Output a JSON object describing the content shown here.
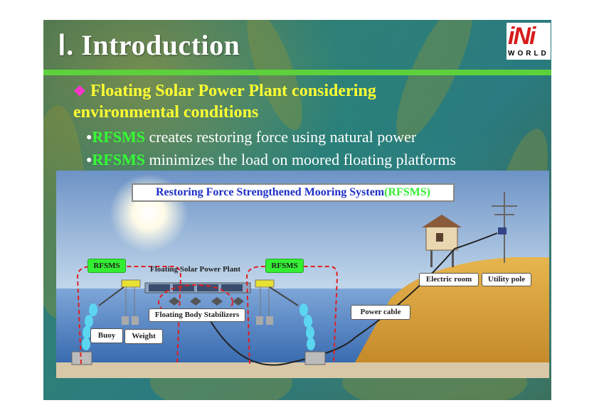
{
  "slide": {
    "title": "Ⅰ. Introduction",
    "logo": {
      "mark": "iNi",
      "word": "WORLD"
    },
    "bullet": {
      "icon": "diamond-bullet-icon",
      "text": "Floating Solar Power Plant considering environmental conditions"
    },
    "subpoints": [
      {
        "keyword": "RFSMS",
        "text": " creates restoring force using natural power"
      },
      {
        "keyword": "RFSMS",
        "text": " minimizes the load on moored floating platforms"
      }
    ]
  },
  "diagram": {
    "system_title": "Restoring Force Strengthened Mooring System",
    "system_acronym": "(RFSMS)",
    "labels": {
      "rfsms_left": "RFSMS",
      "rfsms_right": "RFSMS",
      "plant": "Floating Solar Power Plant",
      "stabilizers": "Floating Body Stabilizers",
      "buoy": "Buoy",
      "weight": "Weight",
      "power_cable": "Power cable",
      "electric_room": "Electric room",
      "utility_pole": "Utility pole"
    }
  },
  "colors": {
    "title": "#ffffff",
    "bullet": "#ffff33",
    "keyword": "#33ff33",
    "accent_bar": "#5cd13c",
    "system_title": "#1e2fc8",
    "dashed_outline": "#e02020"
  }
}
